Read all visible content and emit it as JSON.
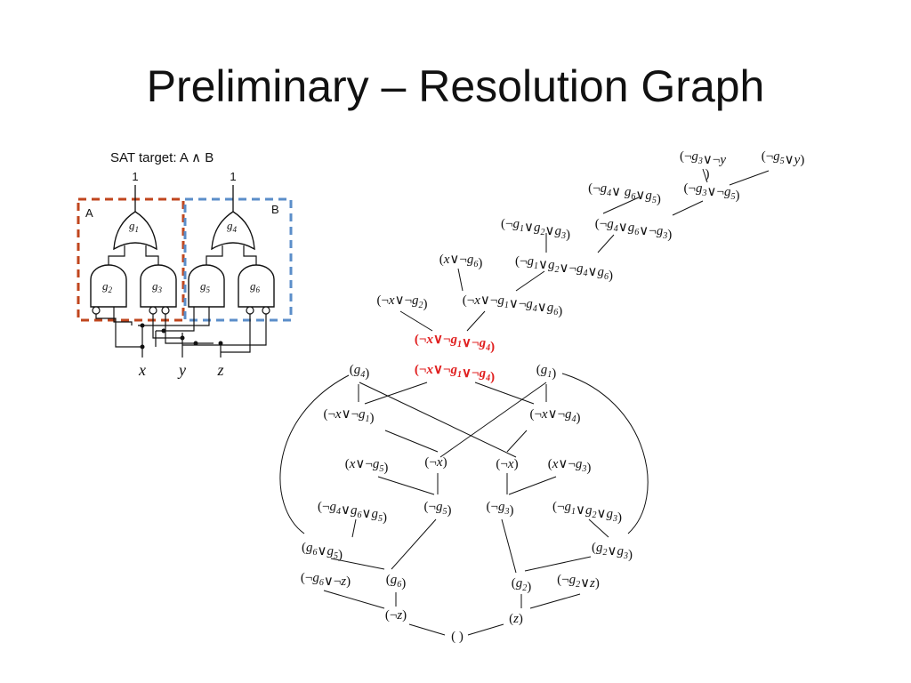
{
  "title": "Preliminary – Resolution Graph",
  "circuit": {
    "sat_target": "SAT target: A ∧ B",
    "output_a": "1",
    "output_b": "1",
    "box_a_label": "A",
    "box_b_label": "B",
    "box_a_color": "#c0461e",
    "box_b_color": "#5b8ec9",
    "gates": [
      {
        "id": "g1",
        "label": "g",
        "sub": "1"
      },
      {
        "id": "g4",
        "label": "g",
        "sub": "4"
      },
      {
        "id": "g2",
        "label": "g",
        "sub": "2"
      },
      {
        "id": "g3",
        "label": "g",
        "sub": "3"
      },
      {
        "id": "g5",
        "label": "g",
        "sub": "5"
      },
      {
        "id": "g6",
        "label": "g",
        "sub": "6"
      }
    ],
    "inputs": [
      "x",
      "y",
      "z"
    ]
  },
  "graph": {
    "highlight_color": "#e02020",
    "nodes": [
      {
        "id": "c1",
        "text": "(¬g_3∨¬y"
      },
      {
        "id": "c1b",
        "text": ")"
      },
      {
        "id": "c2",
        "text": "(¬g_5∨y)"
      },
      {
        "id": "c3",
        "text": "(¬g_4∨ g_6∨g_5)"
      },
      {
        "id": "c4",
        "text": "(¬g_3∨¬g_5)"
      },
      {
        "id": "c5",
        "text": "(¬g_1∨g_2∨g_3)"
      },
      {
        "id": "c6",
        "text": "(¬g_4∨g_6∨¬g_3)"
      },
      {
        "id": "c7",
        "text": "(x∨¬g_6)"
      },
      {
        "id": "c8",
        "text": "(¬g_1∨g_2∨¬g_4∨g_6)"
      },
      {
        "id": "c9",
        "text": "(¬x∨¬g_2)"
      },
      {
        "id": "c10",
        "text": "(¬x∨¬g_1∨¬g_4∨g_6)"
      },
      {
        "id": "h1",
        "text": "(¬x∨¬g_1∨¬g_4)",
        "highlight": true
      },
      {
        "id": "h2",
        "text": "(¬x∨¬g_1∨¬g_4)",
        "highlight": true
      },
      {
        "id": "g4n",
        "text": "(g_4)"
      },
      {
        "id": "g1n",
        "text": "(g_1)"
      },
      {
        "id": "l1",
        "text": "(¬x∨¬g_1)"
      },
      {
        "id": "r1",
        "text": "(¬x∨¬g_4)"
      },
      {
        "id": "l2",
        "text": "(x∨¬g_5)"
      },
      {
        "id": "l3",
        "text": "(¬x)"
      },
      {
        "id": "r2",
        "text": "(¬x)"
      },
      {
        "id": "r3",
        "text": "(x∨¬g_3)"
      },
      {
        "id": "l4",
        "text": "(¬g_4∨g_6∨g_5)"
      },
      {
        "id": "l5",
        "text": "(¬g_5)"
      },
      {
        "id": "r4",
        "text": "(¬g_3)"
      },
      {
        "id": "r5",
        "text": "(¬g_1∨g_2∨g_3)"
      },
      {
        "id": "l6",
        "text": "(g_6∨g_5)"
      },
      {
        "id": "r6",
        "text": "(g_2∨g_3)"
      },
      {
        "id": "l7",
        "text": "(¬g_6∨¬z)"
      },
      {
        "id": "l8",
        "text": "(g_6)"
      },
      {
        "id": "r7",
        "text": "(g_2)"
      },
      {
        "id": "r8",
        "text": "(¬g_2∨z)"
      },
      {
        "id": "l9",
        "text": "(¬z)"
      },
      {
        "id": "r9",
        "text": "(z)"
      },
      {
        "id": "empty",
        "text": "( )"
      }
    ]
  }
}
